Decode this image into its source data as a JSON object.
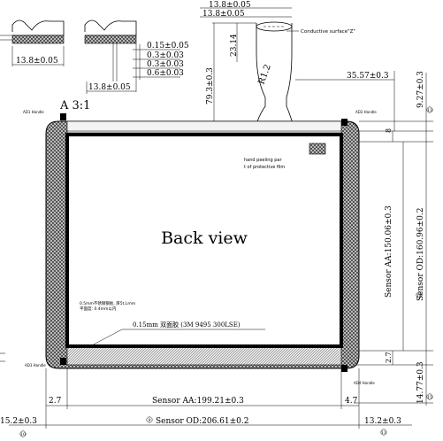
{
  "detail_scale": "A 3:1",
  "back_view_label": "Back view",
  "dimensions": {
    "top_width": "13.8±0.05",
    "top_width_2": "13.8±0.05",
    "connector_width_left": "13.8±0.05",
    "connector_width_right": "13.8±0.05",
    "thick_015": "0.15±0.05",
    "thick_03_a": "0.3±0.03",
    "thick_03_b": "0.3±0.03",
    "thick_06": "0.6±0.03",
    "tail_height_2314": "23.14",
    "radius": "R1.2",
    "tail_length": "79.3±0.3",
    "tail_offset": "35.57±0.3",
    "top_margin": "9.27±0.3",
    "small_8": "8",
    "sensor_aa_height": "Sensor AA:150.06±0.3",
    "sensor_od_height": "Sensor OD:160.96±0.2",
    "bottom_27_right": "2.7",
    "bottom_margin": "14.77±0.3",
    "left_27": "2.7",
    "sensor_aa_width": "Sensor AA:199.21±0.3",
    "right_47": "4.7",
    "sensor_od_width": "Sensor OD:206.61±0.2",
    "left_margin": "15.2±0.3",
    "right_margin": "13.2±0.3"
  },
  "notes": {
    "conductive_surface": "Conductive surface\"Z\"",
    "peeling_line1": "hand peeling par",
    "peeling_line2": "t of protective film",
    "adhesive": "0.15mm 双面胶 (3M 9495 300LSE)",
    "left_note_1": "0.5mm不锈钢钢板, 厚5t,Lmm",
    "left_note_2": "平面度: 0.4mm以内",
    "ad_handle_tl": "AD1 Handle",
    "ad_handle_tr": "AD2 Handle",
    "ad_handle_bl": "AD3 Handle",
    "ad_handle_br": "AD4 Handle"
  },
  "markers": {
    "m13": "13",
    "m12": "12",
    "m15": "15",
    "m10": "10",
    "m9": "9",
    "m11": "11",
    "m8": "8"
  }
}
